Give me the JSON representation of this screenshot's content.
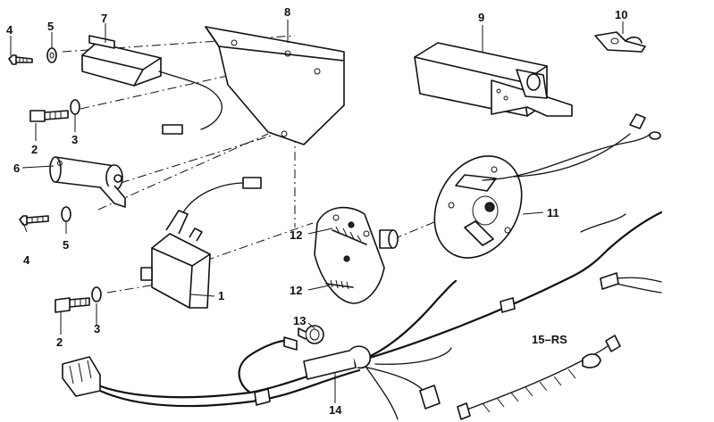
{
  "callouts": {
    "c1": "1",
    "c2a": "2",
    "c2b": "2",
    "c3a": "3",
    "c3b": "3",
    "c4a": "4",
    "c4b": "4",
    "c5a": "5",
    "c5b": "5",
    "c6": "6",
    "c7": "7",
    "c8": "8",
    "c9": "9",
    "c10": "10",
    "c11": "11",
    "c12a": "12",
    "c12b": "12",
    "c13": "13",
    "c14": "14",
    "c15": "15–RS"
  },
  "colors": {
    "ink": "#111111",
    "paper": "#ffffff"
  }
}
